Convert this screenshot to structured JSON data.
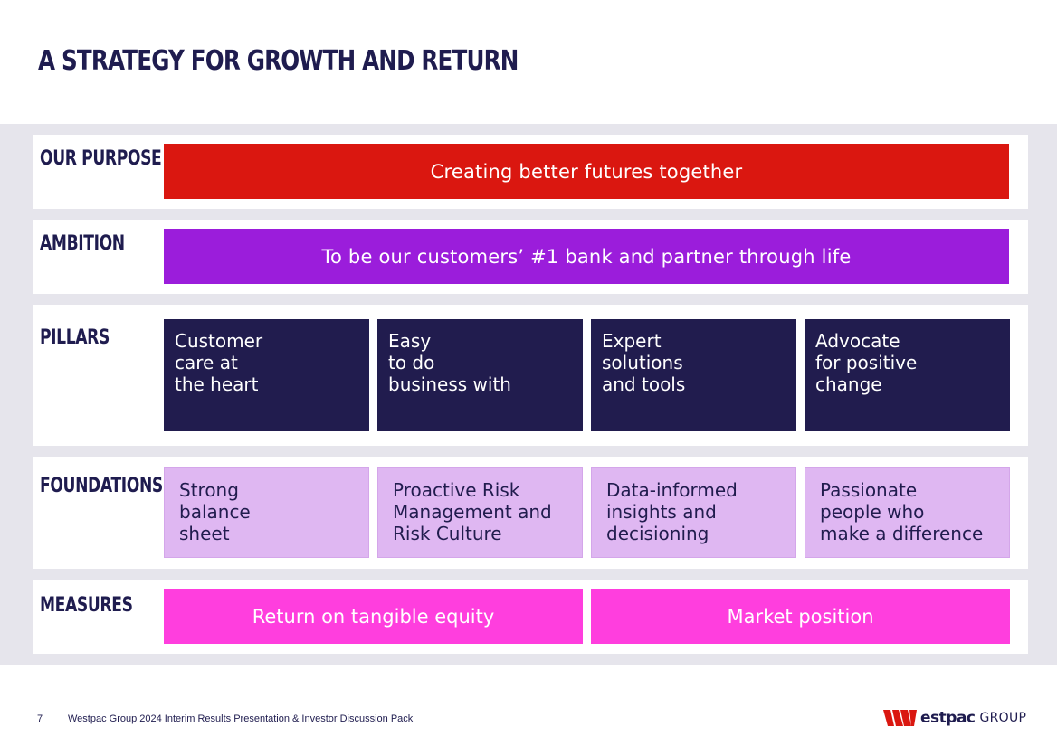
{
  "title": "A STRATEGY FOR GROWTH AND RETURN",
  "purpose": {
    "label": "OUR PURPOSE",
    "text": "Creating better futures together",
    "color": "#da1710"
  },
  "ambition": {
    "label": "AMBITION",
    "text": "To be our customers’ #1 bank and partner through life",
    "color": "#9b1ddb"
  },
  "pillars": {
    "label": "PILLARS",
    "color": "#211c4e",
    "items": [
      {
        "lines": [
          "Customer",
          "care at",
          "the heart"
        ]
      },
      {
        "lines": [
          "Easy",
          "to do",
          "business with"
        ]
      },
      {
        "lines": [
          "Expert",
          "solutions",
          "and tools"
        ]
      },
      {
        "lines": [
          "Advocate",
          "for positive",
          "change"
        ]
      }
    ]
  },
  "foundations": {
    "label": "FOUNDATIONS",
    "color": "#dfb7f2",
    "items": [
      {
        "lines": [
          "Strong",
          "balance",
          "sheet"
        ]
      },
      {
        "lines": [
          "Proactive Risk",
          "Management and",
          "Risk Culture"
        ]
      },
      {
        "lines": [
          "Data-informed",
          "insights and",
          "decisioning"
        ]
      },
      {
        "lines": [
          "Passionate",
          "people who",
          "make a difference"
        ]
      }
    ]
  },
  "measures": {
    "label": "MEASURES",
    "color": "#ff3ede",
    "items": [
      "Return on tangible equity",
      "Market position"
    ]
  },
  "footer": {
    "page_number": "7",
    "text": "Westpac Group 2024 Interim Results Presentation & Investor Discussion Pack"
  },
  "logo": {
    "brand": "estpac",
    "suffix": "GROUP",
    "color": "#da1710"
  }
}
